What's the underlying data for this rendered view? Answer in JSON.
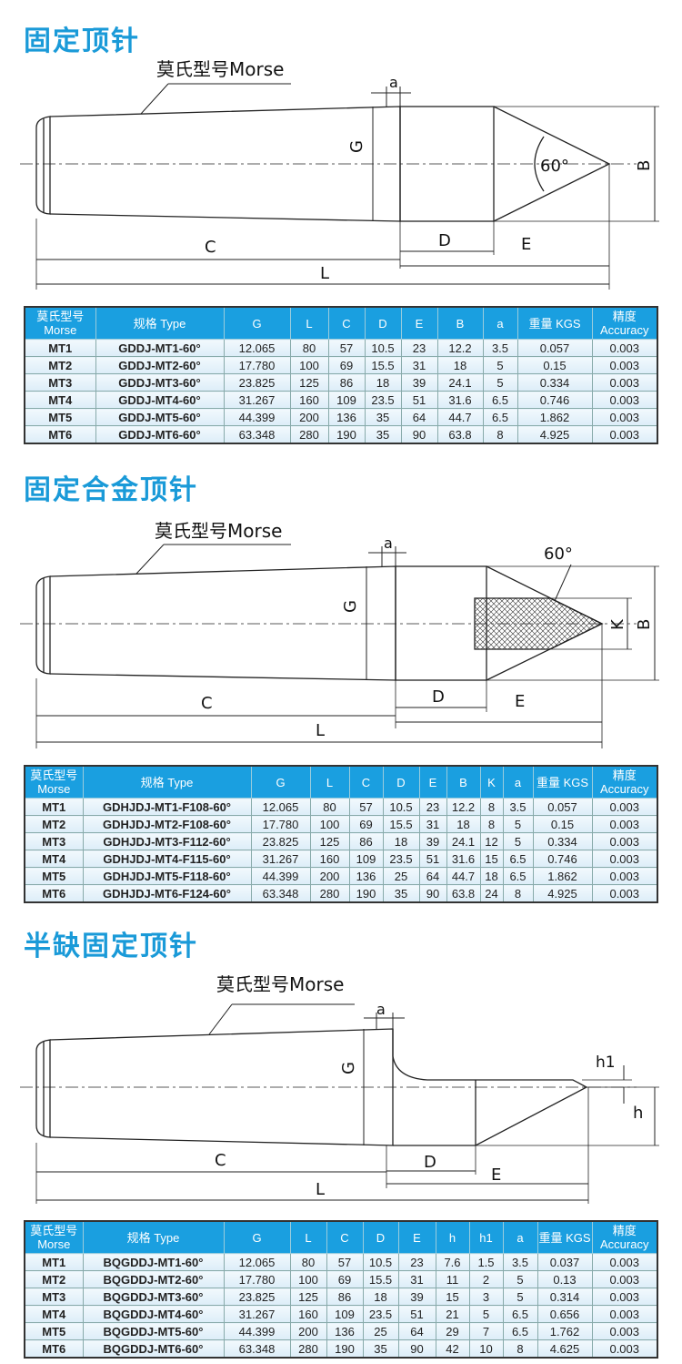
{
  "sections": [
    {
      "title": "固定顶针",
      "morse_label": "莫氏型号Morse",
      "dims": {
        "a": "a",
        "G": "G",
        "B": "B",
        "C": "C",
        "D": "D",
        "E": "E",
        "L": "L",
        "angle": "60°"
      },
      "table": {
        "headers": [
          "莫氏型号 Morse",
          "规格 Type",
          "G",
          "L",
          "C",
          "D",
          "E",
          "B",
          "a",
          "重量 KGS",
          "精度 Accuracy"
        ],
        "rows": [
          [
            "MT1",
            "GDDJ-MT1-60°",
            "12.065",
            "80",
            "57",
            "10.5",
            "23",
            "12.2",
            "3.5",
            "0.057",
            "0.003"
          ],
          [
            "MT2",
            "GDDJ-MT2-60°",
            "17.780",
            "100",
            "69",
            "15.5",
            "31",
            "18",
            "5",
            "0.15",
            "0.003"
          ],
          [
            "MT3",
            "GDDJ-MT3-60°",
            "23.825",
            "125",
            "86",
            "18",
            "39",
            "24.1",
            "5",
            "0.334",
            "0.003"
          ],
          [
            "MT4",
            "GDDJ-MT4-60°",
            "31.267",
            "160",
            "109",
            "23.5",
            "51",
            "31.6",
            "6.5",
            "0.746",
            "0.003"
          ],
          [
            "MT5",
            "GDDJ-MT5-60°",
            "44.399",
            "200",
            "136",
            "35",
            "64",
            "44.7",
            "6.5",
            "1.862",
            "0.003"
          ],
          [
            "MT6",
            "GDDJ-MT6-60°",
            "63.348",
            "280",
            "190",
            "35",
            "90",
            "63.8",
            "8",
            "4.925",
            "0.003"
          ]
        ]
      }
    },
    {
      "title": "固定合金顶针",
      "morse_label": "莫氏型号Morse",
      "dims": {
        "a": "a",
        "G": "G",
        "B": "B",
        "K": "K",
        "C": "C",
        "D": "D",
        "E": "E",
        "L": "L",
        "angle": "60°"
      },
      "table": {
        "headers": [
          "莫氏型号 Morse",
          "规格 Type",
          "G",
          "L",
          "C",
          "D",
          "E",
          "B",
          "K",
          "a",
          "重量 KGS",
          "精度 Accuracy"
        ],
        "rows": [
          [
            "MT1",
            "GDHJDJ-MT1-F108-60°",
            "12.065",
            "80",
            "57",
            "10.5",
            "23",
            "12.2",
            "8",
            "3.5",
            "0.057",
            "0.003"
          ],
          [
            "MT2",
            "GDHJDJ-MT2-F108-60°",
            "17.780",
            "100",
            "69",
            "15.5",
            "31",
            "18",
            "8",
            "5",
            "0.15",
            "0.003"
          ],
          [
            "MT3",
            "GDHJDJ-MT3-F112-60°",
            "23.825",
            "125",
            "86",
            "18",
            "39",
            "24.1",
            "12",
            "5",
            "0.334",
            "0.003"
          ],
          [
            "MT4",
            "GDHJDJ-MT4-F115-60°",
            "31.267",
            "160",
            "109",
            "23.5",
            "51",
            "31.6",
            "15",
            "6.5",
            "0.746",
            "0.003"
          ],
          [
            "MT5",
            "GDHJDJ-MT5-F118-60°",
            "44.399",
            "200",
            "136",
            "25",
            "64",
            "44.7",
            "18",
            "6.5",
            "1.862",
            "0.003"
          ],
          [
            "MT6",
            "GDHJDJ-MT6-F124-60°",
            "63.348",
            "280",
            "190",
            "35",
            "90",
            "63.8",
            "24",
            "8",
            "4.925",
            "0.003"
          ]
        ]
      }
    },
    {
      "title": "半缺固定顶针",
      "morse_label": "莫氏型号Morse",
      "dims": {
        "a": "a",
        "G": "G",
        "h": "h",
        "h1": "h1",
        "C": "C",
        "D": "D",
        "E": "E",
        "L": "L"
      },
      "table": {
        "headers": [
          "莫氏型号 Morse",
          "规格 Type",
          "G",
          "L",
          "C",
          "D",
          "E",
          "h",
          "h1",
          "a",
          "重量 KGS",
          "精度 Accuracy"
        ],
        "rows": [
          [
            "MT1",
            "BQGDDJ-MT1-60°",
            "12.065",
            "80",
            "57",
            "10.5",
            "23",
            "7.6",
            "1.5",
            "3.5",
            "0.037",
            "0.003"
          ],
          [
            "MT2",
            "BQGDDJ-MT2-60°",
            "17.780",
            "100",
            "69",
            "15.5",
            "31",
            "11",
            "2",
            "5",
            "0.13",
            "0.003"
          ],
          [
            "MT3",
            "BQGDDJ-MT3-60°",
            "23.825",
            "125",
            "86",
            "18",
            "39",
            "15",
            "3",
            "5",
            "0.314",
            "0.003"
          ],
          [
            "MT4",
            "BQGDDJ-MT4-60°",
            "31.267",
            "160",
            "109",
            "23.5",
            "51",
            "21",
            "5",
            "6.5",
            "0.656",
            "0.003"
          ],
          [
            "MT5",
            "BQGDDJ-MT5-60°",
            "44.399",
            "200",
            "136",
            "25",
            "64",
            "29",
            "7",
            "6.5",
            "1.762",
            "0.003"
          ],
          [
            "MT6",
            "BQGDDJ-MT6-60°",
            "63.348",
            "280",
            "190",
            "35",
            "90",
            "42",
            "10",
            "8",
            "4.625",
            "0.003"
          ]
        ]
      }
    }
  ]
}
